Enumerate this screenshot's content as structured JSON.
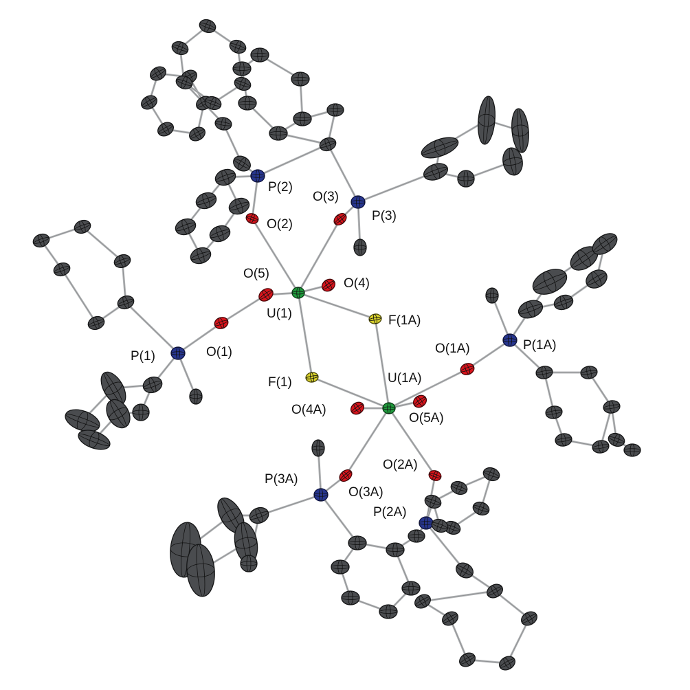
{
  "labels": {
    "P2": "P(2)",
    "O3": "O(3)",
    "P3": "P(3)",
    "O2": "O(2)",
    "O5": "O(5)",
    "O4": "O(4)",
    "U1": "U(1)",
    "F1A": "F(1A)",
    "O1A": "O(1A)",
    "P1A": "P(1A)",
    "P1": "P(1)",
    "O1": "O(1)",
    "F1": "F(1)",
    "U1A": "U(1A)",
    "O4A": "O(4A)",
    "O5A": "O(5A)",
    "O2A": "O(2A)",
    "P3A": "P(3A)",
    "O3A": "O(3A)",
    "P2A": "P(2A)"
  },
  "colors": {
    "carbon": "#4a4c4f",
    "phosphorus": "#27368f",
    "oxygen": "#d8141c",
    "uranium": "#1f9a3c",
    "fluorine": "#d6cf2c",
    "bond": "#b4b6b8"
  }
}
